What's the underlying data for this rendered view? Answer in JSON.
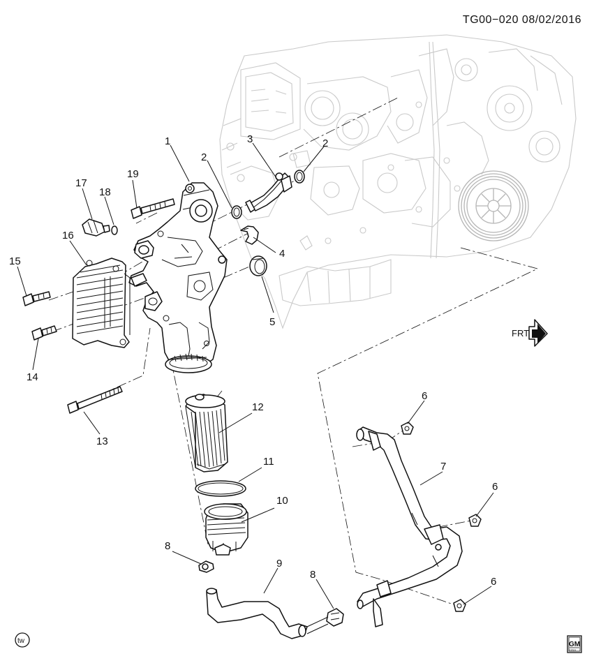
{
  "header": {
    "doc_id": "TG00−020 08/02/2016"
  },
  "callouts": [
    {
      "id": "c1",
      "label": "1"
    },
    {
      "id": "c2a",
      "label": "2"
    },
    {
      "id": "c2b",
      "label": "2"
    },
    {
      "id": "c3",
      "label": "3"
    },
    {
      "id": "c4",
      "label": "4"
    },
    {
      "id": "c5",
      "label": "5"
    },
    {
      "id": "c6a",
      "label": "6"
    },
    {
      "id": "c6b",
      "label": "6"
    },
    {
      "id": "c6c",
      "label": "6"
    },
    {
      "id": "c7",
      "label": "7"
    },
    {
      "id": "c8a",
      "label": "8"
    },
    {
      "id": "c8b",
      "label": "8"
    },
    {
      "id": "c9",
      "label": "9"
    },
    {
      "id": "c10",
      "label": "10"
    },
    {
      "id": "c11",
      "label": "11"
    },
    {
      "id": "c12",
      "label": "12"
    },
    {
      "id": "c13",
      "label": "13"
    },
    {
      "id": "c14",
      "label": "14"
    },
    {
      "id": "c15",
      "label": "15"
    },
    {
      "id": "c16",
      "label": "16"
    },
    {
      "id": "c17",
      "label": "17"
    },
    {
      "id": "c18",
      "label": "18"
    },
    {
      "id": "c19",
      "label": "19"
    }
  ],
  "front_arrow": {
    "label": "FRT"
  },
  "badges": {
    "tw": "tw",
    "gm": "GM",
    "gm_sub": "USA"
  },
  "colors": {
    "line": "#111111",
    "engine": "#c9c9c9"
  }
}
